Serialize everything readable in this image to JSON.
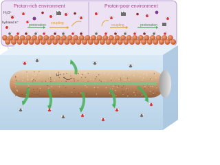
{
  "panels": {
    "left": {
      "title": "Proton-rich environment",
      "species_top": "H₃O⁺",
      "species_bottom": "hydrated K⁺",
      "step_coupling": "coupling",
      "step_protonation": "protonation"
    },
    "right": {
      "title": "Proton-poor environment",
      "step_coupling": "coupling",
      "step_protonation": "protonation"
    }
  },
  "channel": {
    "proton_label": "H⁺"
  },
  "colors": {
    "panel_fill": "#ece2f3",
    "panel_border": "#b79bd0",
    "title_text": "#b04090",
    "copper": "#d0683a",
    "coupling_text": "#e0a020",
    "protonation_text": "#3c9a3c",
    "arrow_green": "#4caf5a",
    "block_fill": "#c9dff0",
    "tube_fill": "#c8a07a"
  }
}
